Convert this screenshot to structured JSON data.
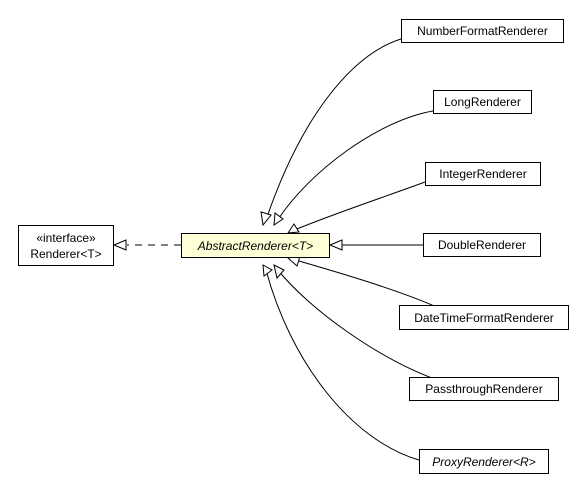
{
  "interface_node": {
    "stereotype": "«interface»",
    "name": "Renderer<T>"
  },
  "abstract_node": {
    "name": "AbstractRenderer<T>",
    "fill_color": "#ffffd8"
  },
  "subclasses": [
    {
      "id": "number-format-renderer",
      "name": "NumberFormatRenderer"
    },
    {
      "id": "long-renderer",
      "name": "LongRenderer"
    },
    {
      "id": "integer-renderer",
      "name": "IntegerRenderer"
    },
    {
      "id": "double-renderer",
      "name": "DoubleRenderer"
    },
    {
      "id": "date-time-format-renderer",
      "name": "DateTimeFormatRenderer"
    },
    {
      "id": "passthrough-renderer",
      "name": "PassthroughRenderer"
    },
    {
      "id": "proxy-renderer",
      "name": "ProxyRenderer<R>",
      "italic": true
    }
  ]
}
